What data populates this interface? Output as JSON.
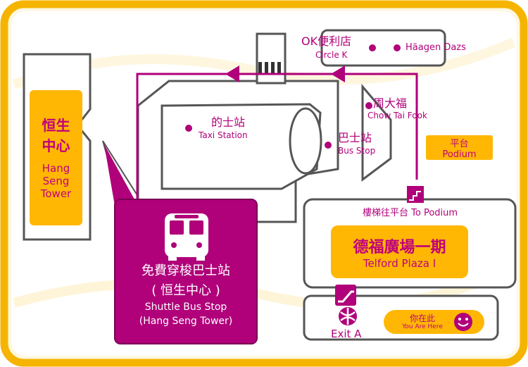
{
  "hang_seng": {
    "zh_line1": "恒生",
    "zh_line2": "中心",
    "en_line1": "Hang",
    "en_line2": "Seng",
    "en_line3": "Tower"
  },
  "shuttle": {
    "zh_name": "免費穿梭巴士站",
    "zh_sub": "( 恒生中心 )",
    "en_name": "Shuttle Bus Stop",
    "en_sub": "(Hang Seng Tower)"
  },
  "places": {
    "ok_zh": "OK便利店",
    "ok_en": "Circle K",
    "haagen": "Häagen Dazs",
    "ctf_zh": "周大福",
    "ctf_en": "Chow Tai Fook",
    "taxi_zh": "的士站",
    "taxi_en": "Taxi Station",
    "bus_zh": "巴士站",
    "bus_en": "Bus Stop",
    "podium_zh": "平台",
    "podium_en": "Podium",
    "stairs": "樓梯往平台 To Podium"
  },
  "telford": {
    "zh": "德福廣場一期",
    "en": "Telford Plaza I"
  },
  "exit": "Exit A",
  "you_are_here": {
    "zh": "你在此",
    "en": "You Are Here"
  },
  "colors": {
    "magenta": "#b0007a",
    "orange": "#ffb703",
    "frame": "#f5b400",
    "outline": "#555555"
  },
  "icons": [
    "bus-icon",
    "stairs-icon",
    "escalator-icon",
    "mtr-logo-icon",
    "smiley-icon",
    "arrow-icon"
  ]
}
